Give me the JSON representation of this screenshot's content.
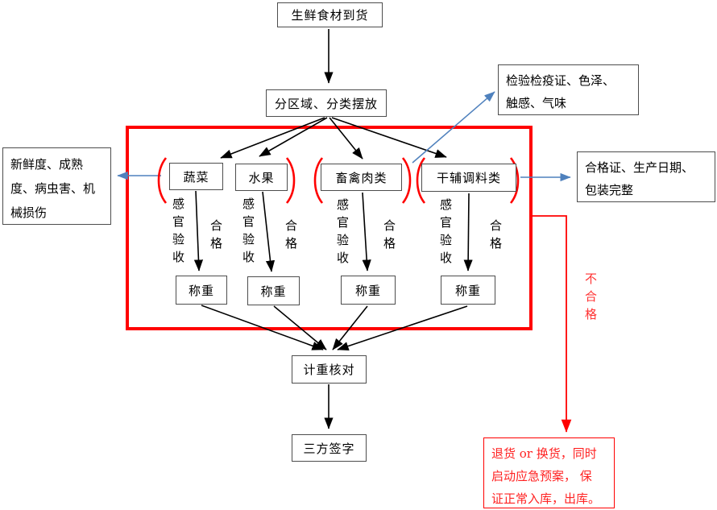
{
  "flowchart": {
    "nodes": {
      "arrival": "生鲜食材到货",
      "sort": "分区域、分类摆放",
      "categories": [
        {
          "label": "蔬菜"
        },
        {
          "label": "水果"
        },
        {
          "label": "畜禽肉类"
        },
        {
          "label": "干辅调料类"
        }
      ],
      "weigh": "称重",
      "weight_check": "计重核对",
      "sign": "三方签字"
    },
    "edge_labels": {
      "sensory_check": "感官验收",
      "qualified": "合格",
      "unqualified": "不合格"
    },
    "notes": {
      "left": {
        "lines": [
          "新鲜度、成熟",
          "度、病虫害、机",
          "械损伤"
        ]
      },
      "top_right": {
        "lines": [
          "检验检疫证、色泽、",
          "触感、气味"
        ]
      },
      "right": {
        "lines": [
          "合格证、生产日期、",
          "包装完整"
        ]
      },
      "bottom_right": {
        "lines": [
          "退货 or 换货，同时",
          "启动应急预案， 保",
          "证正常入库，出库。"
        ]
      }
    },
    "colors": {
      "highlight_red": "#ff0000",
      "connector_blue": "#4f81bd",
      "line_black": "#000000",
      "box_border": "#595959"
    }
  }
}
